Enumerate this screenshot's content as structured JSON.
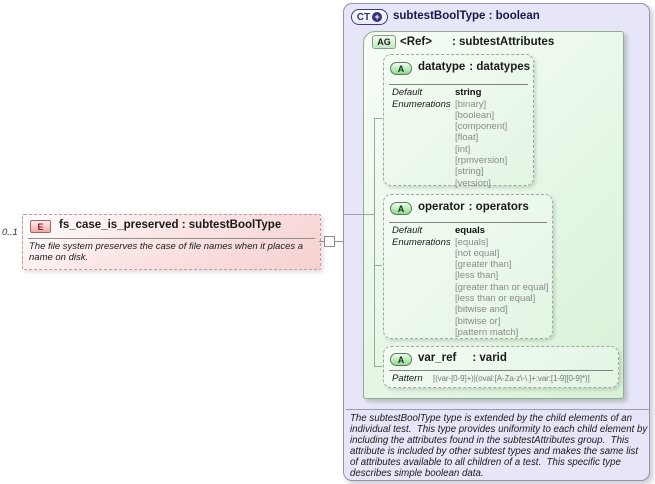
{
  "element": {
    "cardinality": "0..1",
    "badge": "E",
    "title": "fs_case_is_preserved : subtestBoolType",
    "annotation": "The file system preserves the case of file names when it places a name on disk."
  },
  "complex_type": {
    "badge": "CT",
    "plus": "+",
    "title": "subtestBoolType : boolean",
    "annotation": "The subtestBoolType type is extended by the child elements of an individual test.  This type provides uniformity to each child element by including the attributes found in the subtestAttributes group.  This attribute is included by other subtest types and makes the same list of attributes available to all children of a test.  This specific type describes simple boolean data.",
    "attribute_group": {
      "badge": "AG",
      "ref": "<Ref>",
      "type": ": subtestAttributes",
      "attributes": [
        {
          "badge": "A",
          "name": "datatype",
          "type": ": datatypes",
          "default_label": "Default",
          "default_value": "string",
          "enum_label": "Enumerations",
          "enums": [
            "[binary]",
            "[boolean]",
            "[component]",
            "[float]",
            "[int]",
            "[rpmversion]",
            "[string]",
            "[version]"
          ]
        },
        {
          "badge": "A",
          "name": "operator",
          "type": ": operators",
          "default_label": "Default",
          "default_value": "equals",
          "enum_label": "Enumerations",
          "enums": [
            "[equals]",
            "[not equal]",
            "[greater than]",
            "[less than]",
            "[greater than or equal]",
            "[less than or equal]",
            "[bitwise and]",
            "[bitwise or]",
            "[pattern match]"
          ]
        },
        {
          "badge": "A",
          "name": "var_ref",
          "type": ": varid",
          "pattern_label": "Pattern",
          "pattern_value": "[(var-[0-9]+)|(oval:[A-Za-z\\-\\.]+:var:[1-9][0-9]*)]"
        }
      ]
    }
  }
}
